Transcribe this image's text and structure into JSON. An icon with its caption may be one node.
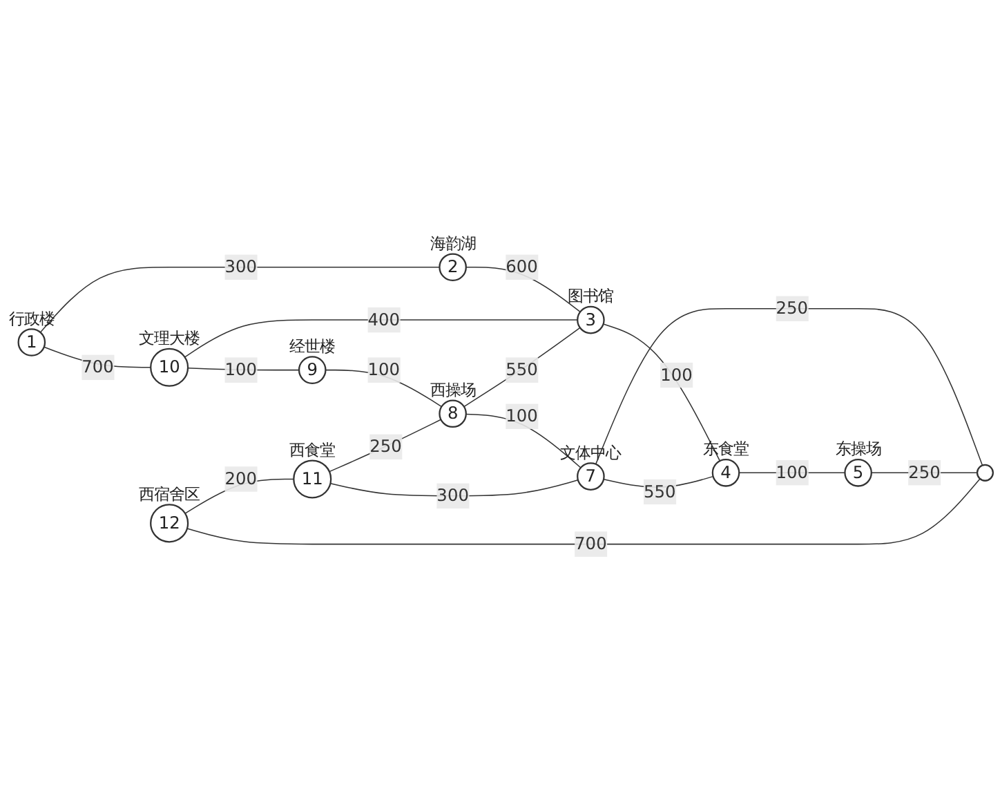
{
  "diagram": {
    "nodes": [
      {
        "text": [
          "1"
        ],
        "beside": [
          "行政楼"
        ]
      },
      {
        "text": [
          "2"
        ],
        "beside": [
          "海韵湖"
        ]
      },
      {
        "text": [
          "3"
        ],
        "beside": [
          "图书馆"
        ]
      },
      {
        "text": [
          "4"
        ],
        "beside": [
          "东食堂"
        ]
      },
      {
        "text": [
          "5"
        ],
        "beside": [
          "东操场"
        ]
      },
      {
        "text": [],
        "shape": "circle"
      },
      {
        "text": [
          "7"
        ],
        "beside": [
          "文体中心"
        ]
      },
      {
        "text": [
          "8"
        ],
        "beside": [
          "西操场"
        ]
      },
      {
        "text": [
          "9"
        ],
        "beside": [
          "经世楼"
        ]
      },
      {
        "text": [
          "10"
        ],
        "beside": [
          "文理大楼"
        ]
      },
      {
        "text": [
          "11"
        ],
        "beside": [
          "西食堂"
        ]
      },
      {
        "text": [
          "12"
        ],
        "beside": [
          "西宿舍区"
        ]
      }
    ],
    "edges": [
      {
        "from": 0,
        "to": 1,
        "arrow": "none",
        "label": "300"
      },
      {
        "from": 0,
        "to": 9,
        "arrow": "none",
        "label": "700"
      },
      {
        "from": 1,
        "to": 2,
        "arrow": "none",
        "label": "600"
      },
      {
        "from": 9,
        "to": 2,
        "arrow": "none",
        "label": "400"
      },
      {
        "from": 9,
        "to": 8,
        "arrow": "none",
        "label": "100"
      },
      {
        "from": 8,
        "to": 7,
        "arrow": "none",
        "label": "100"
      },
      {
        "from": 7,
        "to": 2,
        "arrow": "none",
        "label": "550"
      },
      {
        "from": 2,
        "to": 3,
        "arrow": "none",
        "label": "100"
      },
      {
        "from": 10,
        "to": 7,
        "arrow": "none",
        "label": "250"
      },
      {
        "from": 7,
        "to": 6,
        "arrow": "none",
        "label": "100"
      },
      {
        "from": 6,
        "to": 3,
        "arrow": "none",
        "label": "550"
      },
      {
        "from": 3,
        "to": 4,
        "arrow": "none",
        "label": "100"
      },
      {
        "from": 11,
        "to": 10,
        "arrow": "none",
        "label": "200"
      },
      {
        "from": 10,
        "to": 6,
        "arrow": "none",
        "label": "300"
      },
      {
        "from": 6,
        "to": 5,
        "arrow": "none",
        "label": "250"
      },
      {
        "from": 4,
        "to": 5,
        "arrow": "none",
        "label": "250"
      },
      {
        "from": 11,
        "to": 5,
        "arrow": "none",
        "label": "700"
      }
    ]
  }
}
